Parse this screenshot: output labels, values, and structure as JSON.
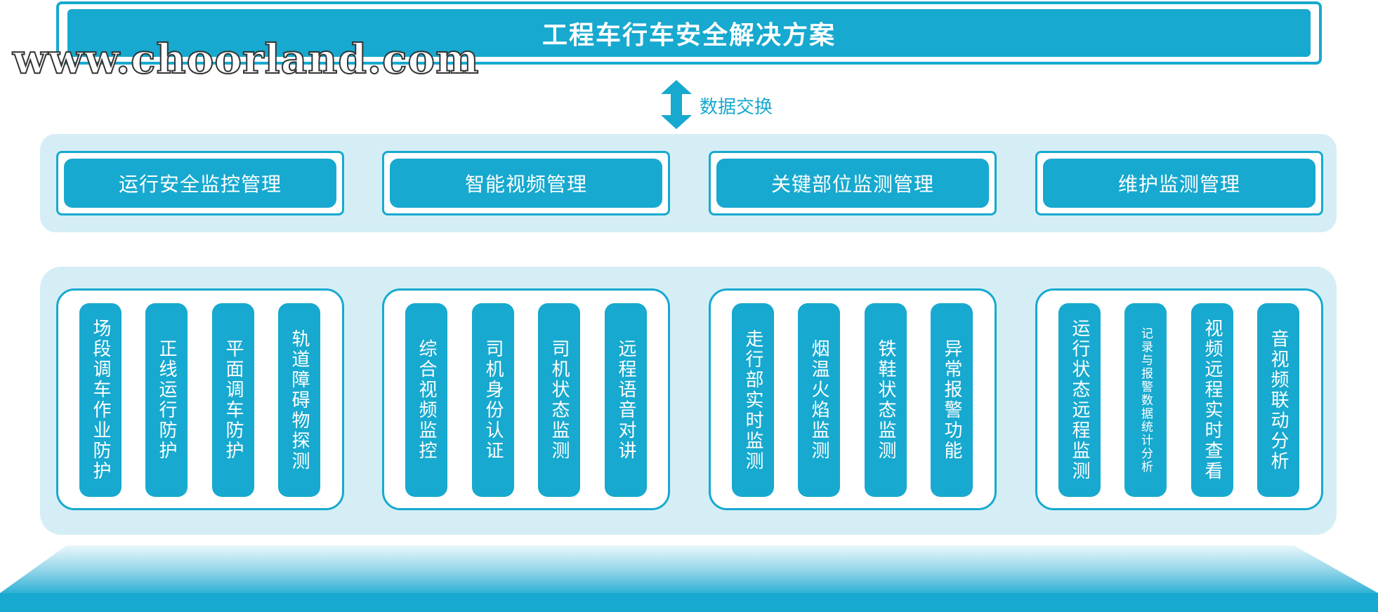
{
  "title": "工程车行车安全解决方案",
  "watermark": "www.choorland.com",
  "exchange_label": "数据交换",
  "colors": {
    "primary": "#17a9cf",
    "panel_bg": "#d5eef6",
    "text_on_primary": "#ffffff"
  },
  "management": [
    "运行安全监控管理",
    "智能视频管理",
    "关键部位监测管理",
    "维护监测管理"
  ],
  "groups": [
    {
      "items": [
        "场段调车作业防护",
        "正线运行防护",
        "平面调车防护",
        "轨道障碍物探测"
      ]
    },
    {
      "items": [
        "综合视频监控",
        "司机身份认证",
        "司机状态监测",
        "远程语音对讲"
      ]
    },
    {
      "items": [
        "走行部实时监测",
        "烟温火焰监测",
        "铁鞋状态监测",
        "异常报警功能"
      ]
    },
    {
      "items": [
        "运行状态远程监测",
        "记录与报警数据统计分析",
        "视频远程实时查看",
        "音视频联动分析"
      ]
    }
  ]
}
